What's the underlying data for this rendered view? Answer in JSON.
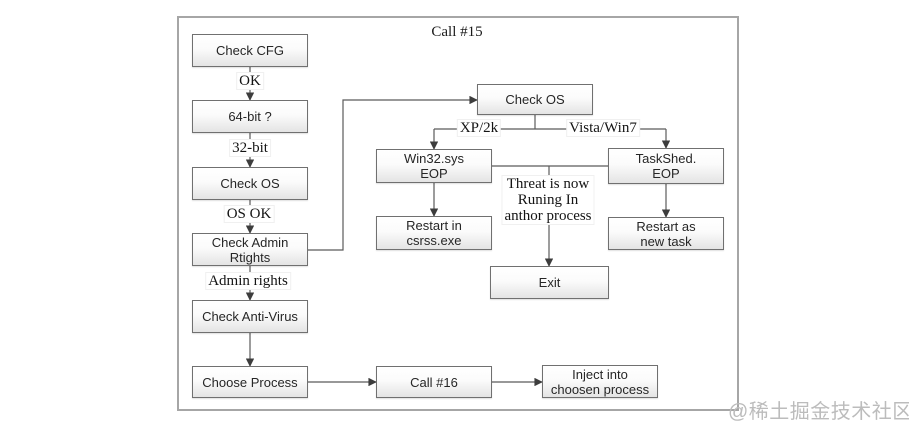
{
  "diagram": {
    "title": "Call #15",
    "nodes": {
      "check_cfg": [
        "Check CFG"
      ],
      "bit64": [
        "64-bit ?"
      ],
      "check_os_left": [
        "Check OS"
      ],
      "check_admin": [
        "Check Admin",
        "Rtights"
      ],
      "check_av": [
        "Check Anti-Virus"
      ],
      "choose_process": [
        "Choose Process"
      ],
      "check_os_right": [
        "Check OS"
      ],
      "win32_eop": [
        "Win32.sys",
        "EOP"
      ],
      "tasksched_eop": [
        "TaskShed.",
        "EOP"
      ],
      "restart_csrss": [
        "Restart in",
        "csrss.exe"
      ],
      "restart_task": [
        "Restart as",
        "new task"
      ],
      "exit": [
        "Exit"
      ],
      "call16": [
        "Call #16"
      ],
      "inject": [
        "Inject into",
        "choosen process"
      ]
    },
    "edge_labels": {
      "ok": "OK",
      "bit32": "32-bit",
      "os_ok": "OS OK",
      "admin_rights": "Admin rights",
      "xp2k": "XP/2k",
      "vista_win7": "Vista/Win7",
      "threat": [
        "Threat is now",
        "Runing In",
        "anthor process"
      ]
    },
    "colors": {
      "line": "#5b5b5b",
      "arrowhead": "#3d3d3d",
      "box_border": "#707070",
      "frame_border": "#a6a6a6",
      "watermark": "#bcbcbc"
    }
  },
  "watermark": "@稀土掘金技术社区"
}
